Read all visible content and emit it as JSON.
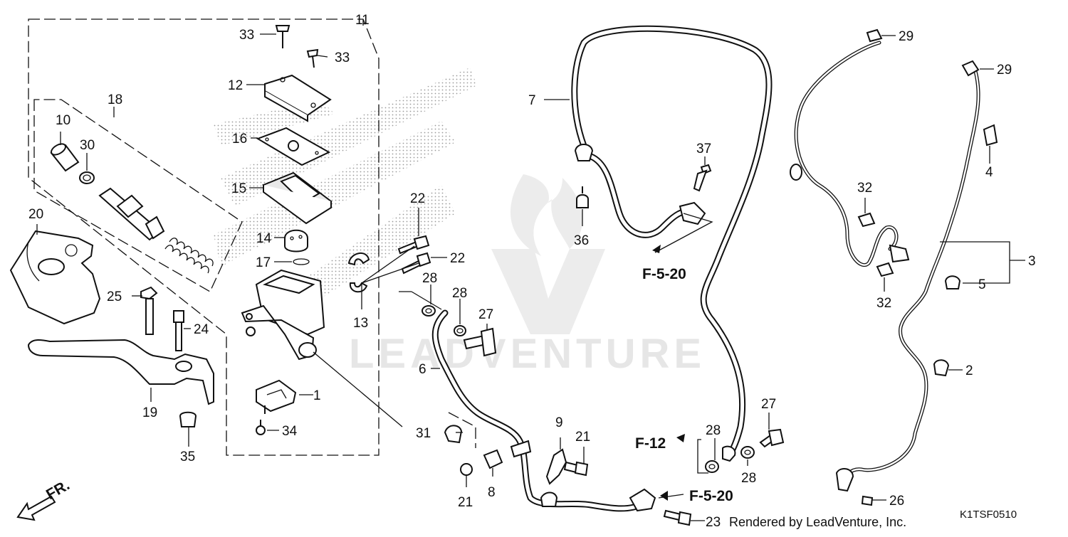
{
  "diagram": {
    "callouts": [
      {
        "id": "c1",
        "label": "1"
      },
      {
        "id": "c2",
        "label": "2"
      },
      {
        "id": "c3",
        "label": "3"
      },
      {
        "id": "c4",
        "label": "4"
      },
      {
        "id": "c5",
        "label": "5"
      },
      {
        "id": "c6",
        "label": "6"
      },
      {
        "id": "c7",
        "label": "7"
      },
      {
        "id": "c8",
        "label": "8"
      },
      {
        "id": "c9",
        "label": "9"
      },
      {
        "id": "c10",
        "label": "10"
      },
      {
        "id": "c11",
        "label": "11"
      },
      {
        "id": "c12",
        "label": "12"
      },
      {
        "id": "c13",
        "label": "13"
      },
      {
        "id": "c14",
        "label": "14"
      },
      {
        "id": "c15",
        "label": "15"
      },
      {
        "id": "c16",
        "label": "16"
      },
      {
        "id": "c17",
        "label": "17"
      },
      {
        "id": "c18",
        "label": "18"
      },
      {
        "id": "c19",
        "label": "19"
      },
      {
        "id": "c20",
        "label": "20"
      },
      {
        "id": "c21a",
        "label": "21"
      },
      {
        "id": "c21b",
        "label": "21"
      },
      {
        "id": "c22a",
        "label": "22"
      },
      {
        "id": "c22b",
        "label": "22"
      },
      {
        "id": "c23",
        "label": "23"
      },
      {
        "id": "c24",
        "label": "24"
      },
      {
        "id": "c25",
        "label": "25"
      },
      {
        "id": "c26",
        "label": "26"
      },
      {
        "id": "c27a",
        "label": "27"
      },
      {
        "id": "c27b",
        "label": "27"
      },
      {
        "id": "c28a",
        "label": "28"
      },
      {
        "id": "c28b",
        "label": "28"
      },
      {
        "id": "c28c",
        "label": "28"
      },
      {
        "id": "c28d",
        "label": "28"
      },
      {
        "id": "c29a",
        "label": "29"
      },
      {
        "id": "c29b",
        "label": "29"
      },
      {
        "id": "c30",
        "label": "30"
      },
      {
        "id": "c31",
        "label": "31"
      },
      {
        "id": "c32a",
        "label": "32"
      },
      {
        "id": "c32b",
        "label": "32"
      },
      {
        "id": "c33a",
        "label": "33"
      },
      {
        "id": "c33b",
        "label": "33"
      },
      {
        "id": "c34",
        "label": "34"
      },
      {
        "id": "c35",
        "label": "35"
      },
      {
        "id": "c36",
        "label": "36"
      },
      {
        "id": "c37",
        "label": "37"
      }
    ],
    "references": {
      "f520_top": "F-5-20",
      "f520_bottom": "F-5-20",
      "f12": "F-12"
    },
    "direction_label": "FR.",
    "watermark": "LEADVENTURE",
    "footer": {
      "rendered_by": "Rendered by LeadVenture, Inc.",
      "diagram_code": "K1TSF0510"
    }
  }
}
